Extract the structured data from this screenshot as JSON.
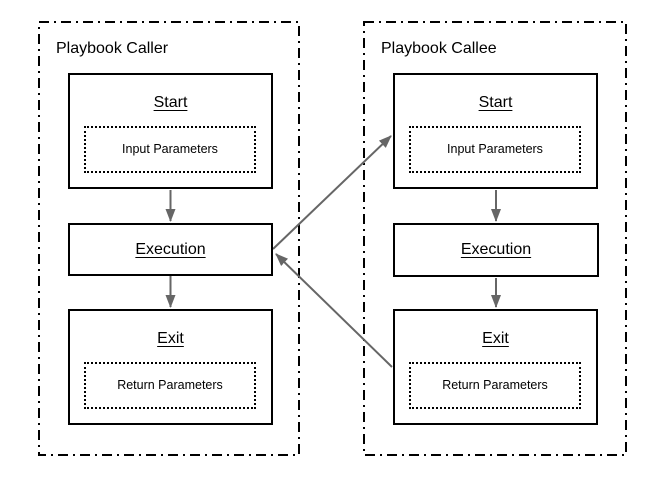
{
  "colors": {
    "background": "#ffffff",
    "box_border": "#000000",
    "container_border": "#000000",
    "arrow": "#666666",
    "text": "#000000"
  },
  "containers": [
    {
      "id": "caller",
      "title": "Playbook Caller",
      "nodes": [
        {
          "id": "caller-start",
          "title": "Start",
          "sub_label": "Input Parameters"
        },
        {
          "id": "caller-execution",
          "title": "Execution"
        },
        {
          "id": "caller-exit",
          "title": "Exit",
          "sub_label": "Return Parameters"
        }
      ]
    },
    {
      "id": "callee",
      "title": "Playbook Callee",
      "nodes": [
        {
          "id": "callee-start",
          "title": "Start",
          "sub_label": "Input Parameters"
        },
        {
          "id": "callee-execution",
          "title": "Execution"
        },
        {
          "id": "callee-exit",
          "title": "Exit",
          "sub_label": "Return Parameters"
        }
      ]
    }
  ],
  "edges": [
    {
      "from": "caller-start",
      "to": "caller-execution"
    },
    {
      "from": "caller-execution",
      "to": "caller-exit"
    },
    {
      "from": "callee-start",
      "to": "callee-execution"
    },
    {
      "from": "callee-execution",
      "to": "callee-exit"
    },
    {
      "from": "caller-execution",
      "to": "callee-start"
    },
    {
      "from": "callee-exit",
      "to": "caller-execution"
    }
  ]
}
